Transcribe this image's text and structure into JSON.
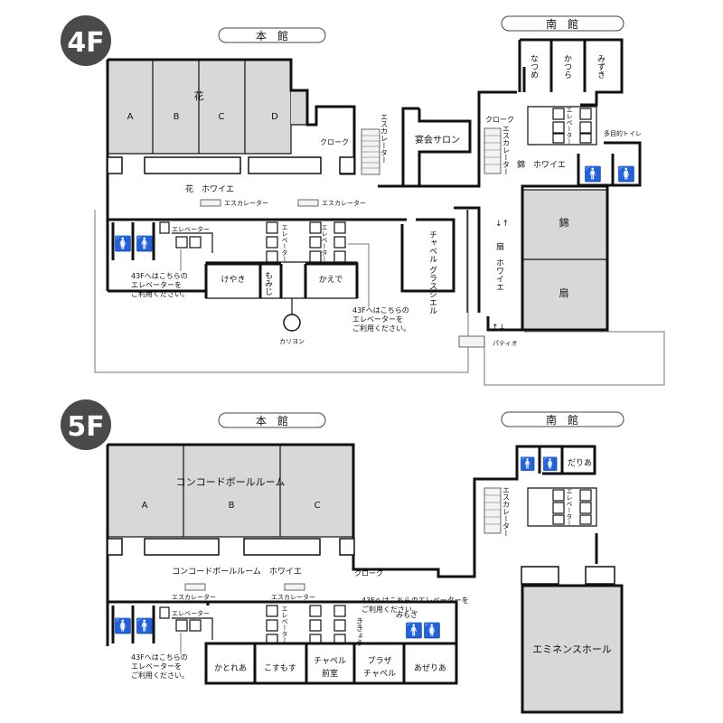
{
  "floors": {
    "f4": {
      "badge": "4F",
      "main_building": "本　館",
      "south_building": "南　館",
      "hana": "花",
      "hana_rooms": [
        "A",
        "B",
        "C",
        "D"
      ],
      "cloak_main": "クローク",
      "cloak_south": "クローク",
      "escalator_vertical_main": "エスカレーター",
      "escalator_vertical_south": "エスカレーター",
      "banquet_salon": "宴会サロン",
      "hana_foyer": "花　ホワイエ",
      "escalator_h1": "エスカレーター",
      "escalator_h2": "エスカレーター",
      "elevator_small": "エレベーター",
      "elevator_vertical_1": "エレベーター",
      "elevator_vertical_2": "エレベーター",
      "elevator_vertical_south": "エレベーター",
      "chapel_vertical": "チャペル グラスシエル",
      "ougi_foyer_vertical": "扇　ホワイエ",
      "nishiki_foyer": "錦　ホワイエ",
      "nishiki": "錦",
      "ougi": "扇",
      "keyaki": "けやき",
      "momiji": "もみじ",
      "kaede": "かえで",
      "kariyon": "カリヨン",
      "note_left": [
        "43Fへはこちらの",
        "エレベーターを",
        "ご利用ください。"
      ],
      "note_right": [
        "43Fへはこちらの",
        "エレベーターを",
        "ご利用ください。"
      ],
      "natsume": "なつめ",
      "katsura": "かつら",
      "mizuki": "みずき",
      "multi_toilet": "多目的トイレ",
      "patio": "パティオ"
    },
    "f5": {
      "badge": "5F",
      "main_building": "本　館",
      "south_building": "南　館",
      "concord_ballroom": "コンコードボールルーム",
      "ballroom_sections": [
        "A",
        "B",
        "C"
      ],
      "concord_foyer": "コンコードボールルーム　ホワイエ",
      "cloak": "クローク",
      "escalator_h1": "エスカレーター",
      "escalator_h2": "エスカレーター",
      "escalator_vertical_south": "エスカレーター",
      "elevator_small": "エレベーター",
      "elevator_vertical_main": "エレベーター",
      "elevator_vertical_south": "エレベーター",
      "note_right": "43Fへはこちらのエレベーターを",
      "note_right_2": "ご利用ください。",
      "note_left": [
        "43Fへはこちらの",
        "エレベーターを",
        "ご利用ください。"
      ],
      "rooms": [
        "かとれあ",
        "こすもす",
        "チャペル",
        "前室",
        "プラザ",
        "チャペル",
        "あぜりあ"
      ],
      "kikyo": "ききょう",
      "mimosa": "みもざ",
      "daria": "だりあ",
      "eminence_hall": "エミネンスホール"
    }
  }
}
